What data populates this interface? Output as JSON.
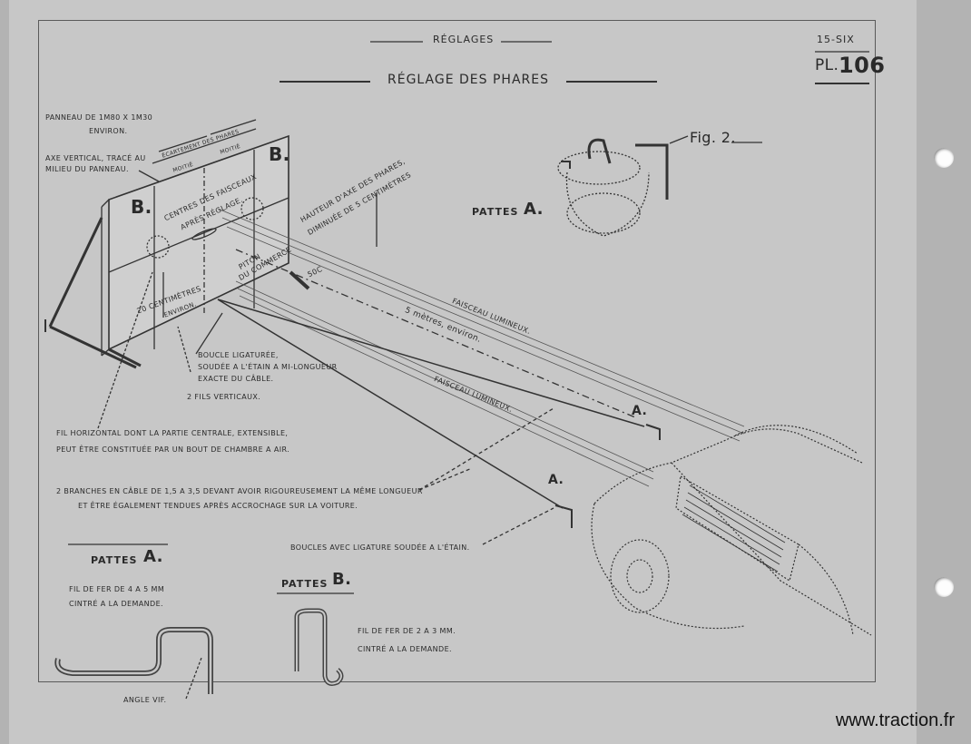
{
  "header": {
    "section": "RÉGLAGES",
    "title": "RÉGLAGE DES PHARES",
    "model": "15-SIX",
    "plate_prefix": "PL.",
    "plate_number": "106"
  },
  "panel": {
    "size_label_1": "PANNEAU DE 1m80 x 1m30",
    "size_label_2": "ENVIRON.",
    "axis_label_1": "AXE VERTICAL, TRACÉ AU",
    "axis_label_2": "MILIEU DU PANNEAU.",
    "spacing_label": "ÉCARTEMENT DES PHARES",
    "half_left": "MOITIÉ",
    "half_right": "MOITIÉ",
    "centres_1": "CENTRES DES FAISCEAUX",
    "centres_2": "APRÈS RÉGLAGE.",
    "height_1": "HAUTEUR D'AXE DES PHARES,",
    "height_2": "DIMINUÉE DE 5 CENTIMÈTRES",
    "piton_1": "PITON",
    "piton_2": "DU COMMERCE",
    "twenty_cm_1": "20 CENTIMÈTRES",
    "twenty_cm_2": "ENVIRON.",
    "dim_50": "50c",
    "marker_b": "b."
  },
  "beams": {
    "faisceau_1": "FAISCEAU LUMINEUX.",
    "faisceau_2": "FAISCEAU LUMINEUX.",
    "distance": "5 mètres, environ."
  },
  "callouts": {
    "boucle_1": "BOUCLE LIGATURÉE,",
    "boucle_2": "SOUDÉE A L'ÉTAIN A MI-LONGUEUR",
    "boucle_3": "EXACTE DU CÂBLE.",
    "fils": "2 FILS VERTICAUX.",
    "fil_horiz_1": "FIL HORIZONTAL DONT LA PARTIE CENTRALE, EXTENSIBLE,",
    "fil_horiz_2": "PEUT ÊTRE CONSTITUÉE PAR UN BOUT DE CHAMBRE A AIR.",
    "branches_1": "2 BRANCHES EN CÂBLE DE 1,5 A 3,5 DEVANT AVOIR RIGOUREUSEMENT LA MÊME LONGUEUR",
    "branches_2": "ET ÊTRE ÉGALEMENT TENDUES APRÈS ACCROCHAGE SUR LA VOITURE.",
    "boucles_ligature": "BOUCLES AVEC LIGATURE SOUDÉE A L'ÉTAIN.",
    "pattes_a_top": "PATTES",
    "marker_a": "a.",
    "fig2": "Fig. 2."
  },
  "legend_a": {
    "title": "PATTES",
    "letter": "a.",
    "line_1": "FIL DE FER DE 4 A 5 mm",
    "line_2": "CINTRÉ A LA DEMANDE.",
    "angle": "ANGLE VIF."
  },
  "legend_b": {
    "title": "PATTES",
    "letter": "b.",
    "line_1": "FIL DE FER DE 2 A 3 mm.",
    "line_2": "CINTRÉ A LA DEMANDE."
  },
  "watermark": "www.traction.fr"
}
